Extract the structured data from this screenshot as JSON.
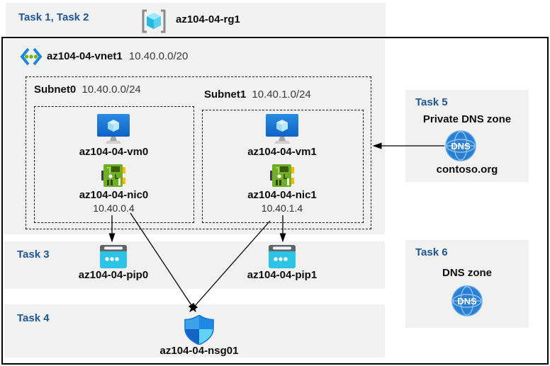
{
  "header": {
    "task_label": "Task 1, Task 2",
    "resource_group": "az104-04-rg1"
  },
  "vnet": {
    "name": "az104-04-vnet1",
    "cidr": "10.40.0.0/20"
  },
  "subnets": [
    {
      "name": "Subnet0",
      "cidr": "10.40.0.0/24",
      "vm_name": "az104-04-vm0",
      "nic_name": "az104-04-nic0",
      "nic_ip": "10.40.0.4"
    },
    {
      "name": "Subnet1",
      "cidr": "10.40.1.0/24",
      "vm_name": "az104-04-vm1",
      "nic_name": "az104-04-nic1",
      "nic_ip": "10.40.1.4"
    }
  ],
  "task3": {
    "label": "Task 3",
    "pip0": "az104-04-pip0",
    "pip1": "az104-04-pip1"
  },
  "task4": {
    "label": "Task 4",
    "nsg": "az104-04-nsg01"
  },
  "task5": {
    "label": "Task 5",
    "title": "Private DNS zone",
    "zone_name": "contoso.org"
  },
  "task6": {
    "label": "Task 6",
    "title": "DNS zone"
  },
  "icons": {
    "dns_label": "DNS"
  },
  "colors": {
    "task_label_blue": "#1f5593",
    "panel_gray": "#f1f1f1",
    "border_black": "#000000",
    "vm_blue": "#1777d6",
    "nic_green": "#6fae26",
    "nic_tab_yellow": "#ffb900",
    "pip_cyan": "#2cc3e6",
    "dns_blue": "#2b7fd2",
    "shield_light": "#62d2f6",
    "shield_dark": "#1565c8",
    "vnet_chevron_blue": "#1b87dd",
    "vnet_dot_green": "#6bb700",
    "rg_cube_cyan": "#3ec6ea"
  }
}
